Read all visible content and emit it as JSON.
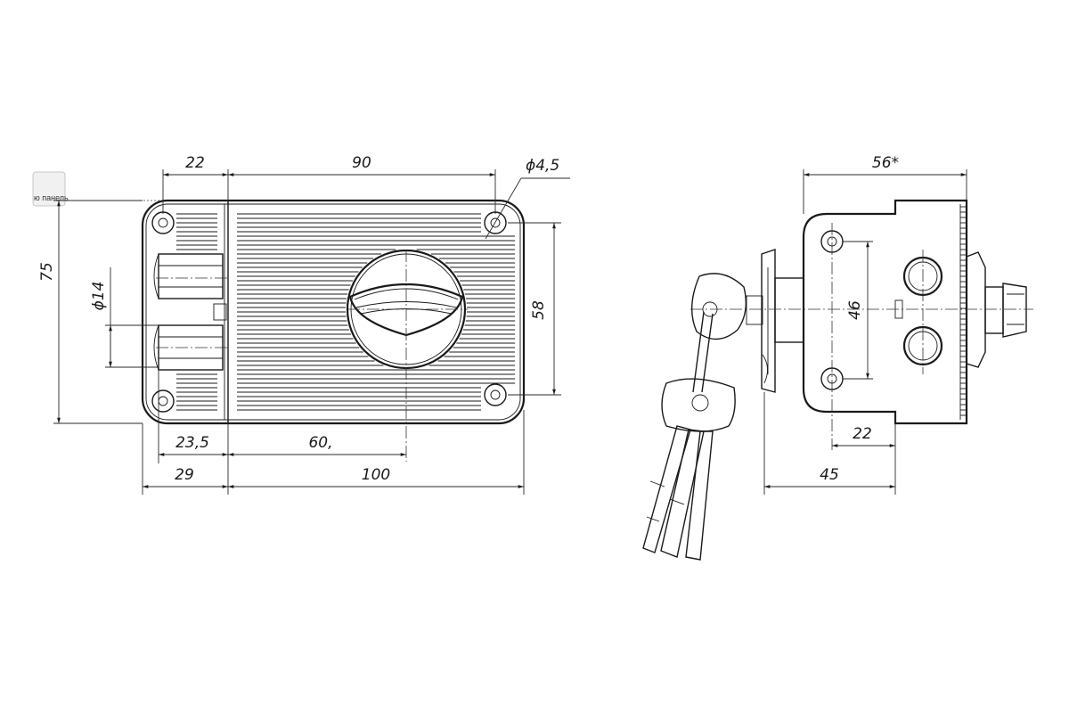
{
  "front_view": {
    "dims": {
      "d22_top": "22",
      "d90": "90",
      "d_hole": "ϕ4,5",
      "d75": "75",
      "d_bolt": "ϕ14",
      "d58": "58",
      "d23_5": "23,5",
      "d60": "60,",
      "d29": "29",
      "d100": "100"
    },
    "panel_tag": "ю панель"
  },
  "side_view": {
    "dims": {
      "d56": "56*",
      "d46": "46",
      "d22": "22",
      "d45": "45"
    }
  }
}
